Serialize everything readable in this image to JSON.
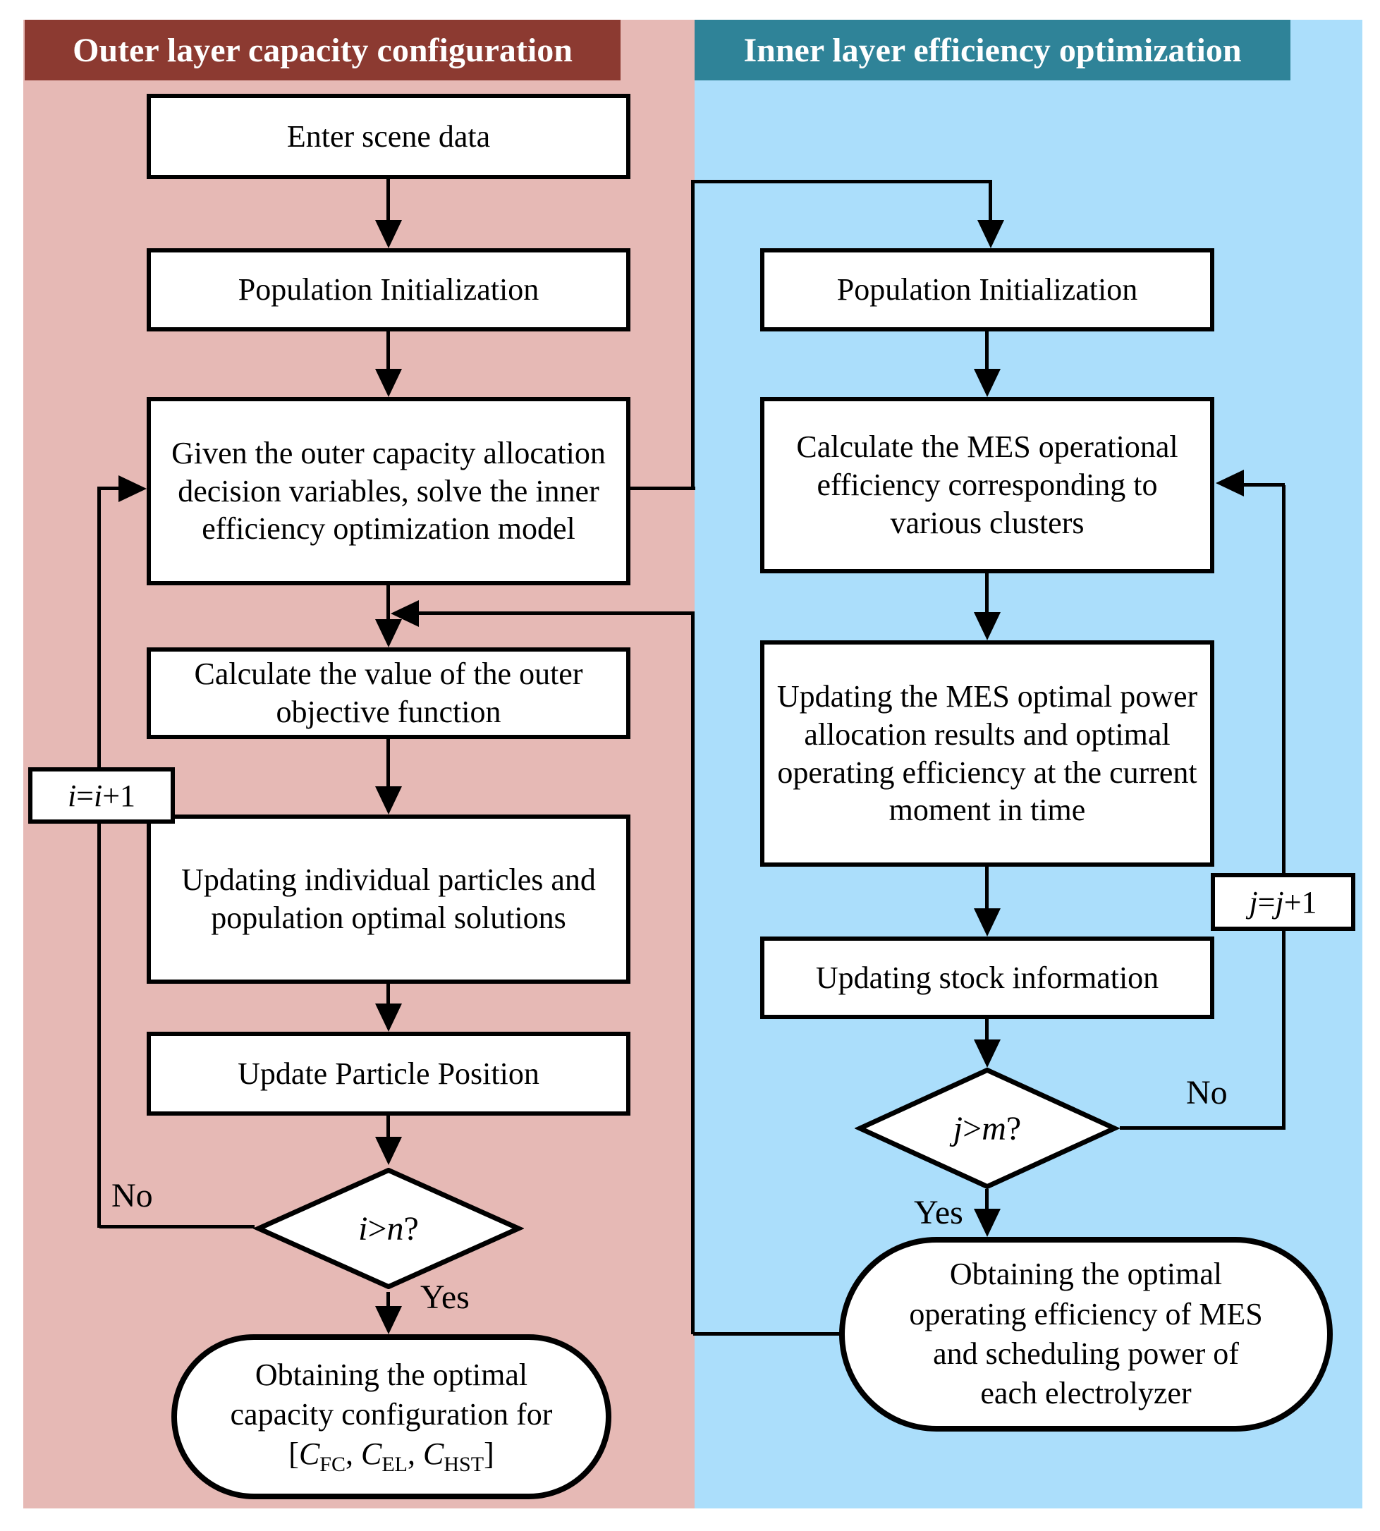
{
  "colors": {
    "outer_header_bg": "#8c3a31",
    "outer_panel_bg": "#e6b9b5",
    "inner_header_bg": "#2f8398",
    "inner_panel_bg": "#abdefb",
    "line": "#000000"
  },
  "outer": {
    "title": "Outer layer capacity configuration",
    "enter_scene": "Enter scene data",
    "pop_init": "Population Initialization",
    "given_outer": "Given the outer capacity allocation decision variables, solve the inner efficiency optimization model",
    "calc_objective": "Calculate the value of the outer objective function",
    "update_particles": "Updating individual particles and population optimal solutions",
    "update_position": "Update Particle Position",
    "decision": {
      "a": "i",
      "b": ">",
      "c": "n",
      "d": "?"
    },
    "counter": {
      "a": "i",
      "b": "=",
      "c": "i",
      "d": "+1"
    },
    "no": "No",
    "yes": "Yes",
    "terminal": {
      "line1": "Obtaining the optimal",
      "line2": "capacity configuration for",
      "bracket_open": "[",
      "c1": "C",
      "s1": "FC",
      "comma1": ", ",
      "c2": "C",
      "s2": "EL",
      "comma2": ", ",
      "c3": "C",
      "s3": "HST",
      "bracket_close": "]"
    }
  },
  "inner": {
    "title": "Inner layer efficiency optimization",
    "pop_init": "Population Initialization",
    "calc_mes": "Calculate the MES operational efficiency corresponding to various clusters",
    "updating_mes": "Updating the MES optimal power allocation results and optimal operating efficiency at the current moment in time",
    "updating_stock": "Updating stock information",
    "decision": {
      "a": "j",
      "b": ">",
      "c": "m",
      "d": "?"
    },
    "counter": {
      "a": "j",
      "b": "=",
      "c": "j",
      "d": "+1"
    },
    "no": "No",
    "yes": "Yes",
    "terminal": {
      "lines": [
        "Obtaining the optimal",
        "operating efficiency of MES",
        "and scheduling power of",
        "each electrolyzer"
      ]
    }
  }
}
